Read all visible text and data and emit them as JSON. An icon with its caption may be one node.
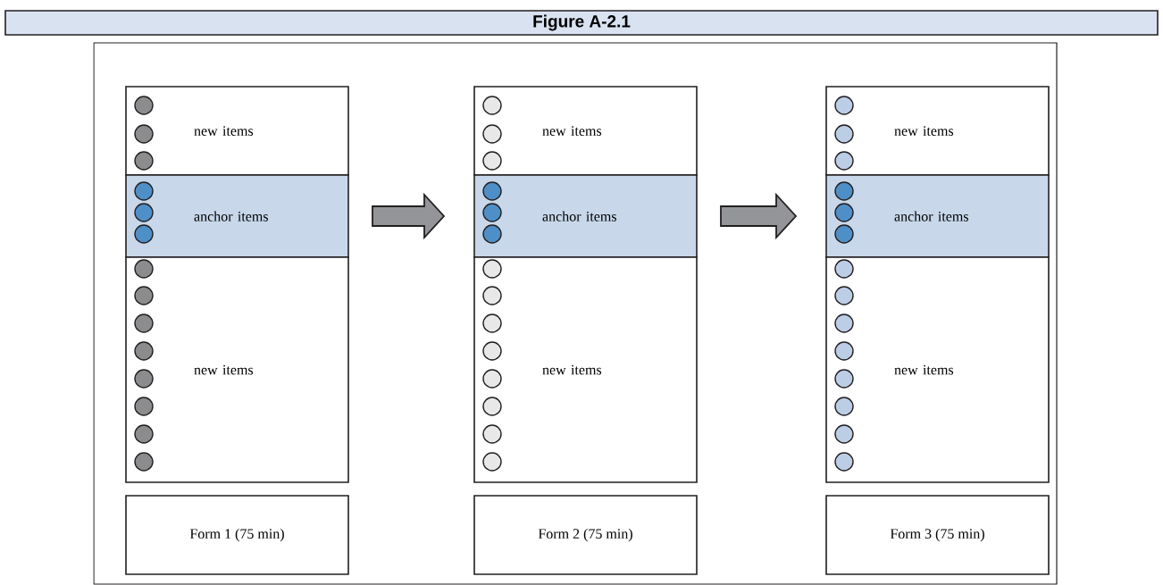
{
  "diagram": {
    "title": "Figure A-2.1",
    "nodes": [
      {
        "text": [],
        "shape": "box"
      },
      {
        "text": [
          "new items"
        ],
        "in": 0
      },
      {
        "text": [
          "anchor items"
        ],
        "in": 0
      },
      {
        "text": [
          "new items"
        ],
        "in": 0
      },
      {
        "text": [
          "Form 1 (75 min)"
        ],
        "in": 0
      },
      {
        "text": [
          "new items"
        ],
        "in": 0
      },
      {
        "text": [
          "anchor items"
        ],
        "in": 0
      },
      {
        "text": [
          "new items"
        ],
        "in": 0
      },
      {
        "text": [
          "Form 2 (75 min)"
        ],
        "in": 0
      },
      {
        "text": [
          "new items"
        ],
        "in": 0
      },
      {
        "text": [
          "anchor items"
        ],
        "in": 0
      },
      {
        "text": [
          "new items"
        ],
        "in": 0
      },
      {
        "text": [
          "Form 3 (75 min)"
        ],
        "in": 0
      }
    ],
    "edges": [
      {
        "from": 2,
        "to": 6,
        "arrow": "to"
      },
      {
        "from": 6,
        "to": 10,
        "arrow": "to"
      }
    ]
  }
}
